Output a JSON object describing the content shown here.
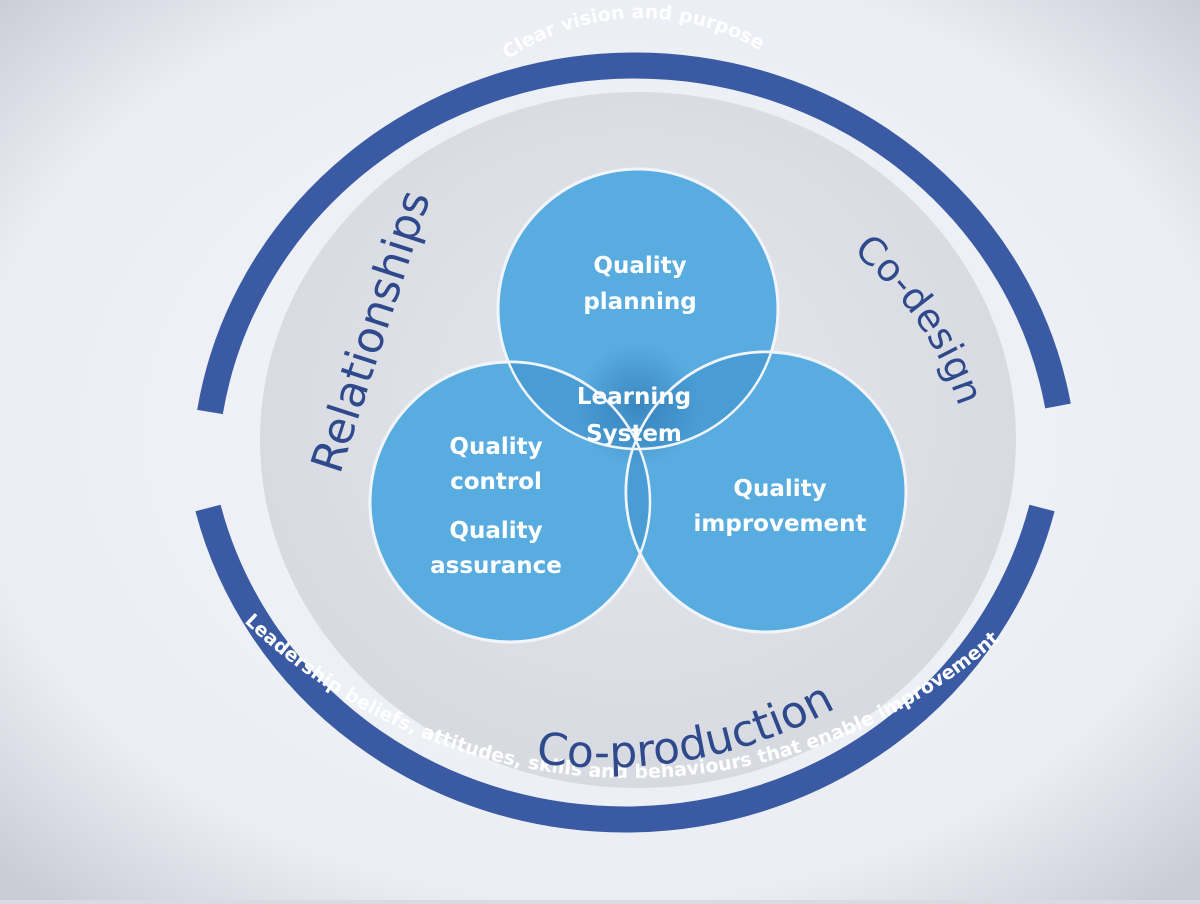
{
  "colors": {
    "slide_bg": "#eef0f5",
    "outer_ring": "#3a5aa3",
    "inner_disc": "#dfe1e7",
    "circle_fill": "#59ace0",
    "circle_stroke": "#f1f5fb",
    "overlap_fill": "#3f8fc7",
    "ring_label": "#ffffff",
    "theme_label": "#2f4a8c",
    "circle_label": "#ffffff"
  },
  "ring": {
    "top_label": "Clear vision and purpose",
    "bottom_label": "Leadership beliefs, attitudes, skills and behaviours that enable improvement"
  },
  "themes": {
    "left": "Relationships",
    "right": "Co-design",
    "bottom": "Co-production"
  },
  "circles": {
    "top": {
      "line1": "Quality",
      "line2": "planning"
    },
    "left": {
      "line1": "Quality",
      "line2": "control",
      "line3": "Quality",
      "line4": "assurance"
    },
    "right": {
      "line1": "Quality",
      "line2": "improvement"
    },
    "center": {
      "line1": "Learning",
      "line2": "System"
    }
  }
}
